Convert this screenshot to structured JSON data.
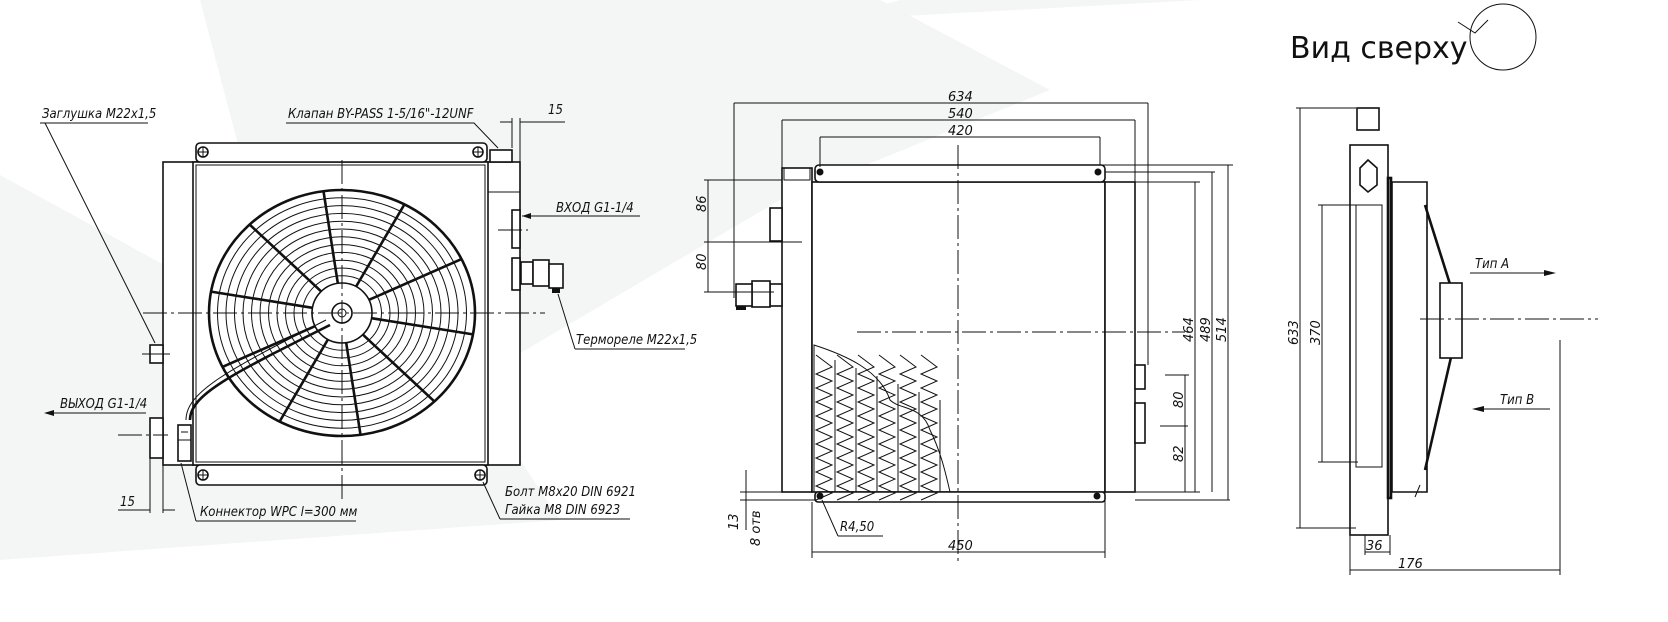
{
  "title": "Вид сверху",
  "front_view": {
    "plug_label": "Заглушка M22x1,5",
    "bypass_label": "Клапан BY-PASS 1-5/16\"-12UNF",
    "bypass_offset": "15",
    "inlet_label": "ВХОД G1-1/4",
    "thermo_label": "Термореле M22x1,5",
    "outlet_label": "ВЫХОД G1-1/4",
    "outlet_offset": "15",
    "connector_label": "Коннектор WPC l=300 мм",
    "bolt_label": "Болт M8x20 DIN 6921",
    "nut_label": "Гайка M8 DIN 6923"
  },
  "rear_view": {
    "dim_overall_width": "634",
    "dim_body_width": "540",
    "dim_holes_spacing": "420",
    "dim_top_port": "86",
    "dim_port_spacing_left": "80",
    "dim_height_464": "464",
    "dim_height_489": "489",
    "dim_height_514": "514",
    "dim_port_spacing_right": "80",
    "dim_bottom_port": "82",
    "dim_hole": "13",
    "holes_count": "8 отв",
    "radius": "R4,50",
    "dim_core_width": "450"
  },
  "side_view": {
    "dim_overall_height": "633",
    "dim_mount_spacing": "370",
    "dim_depth_36": "36",
    "dim_depth_176": "176",
    "type_a": "Тип A",
    "type_b": "Тип B"
  }
}
